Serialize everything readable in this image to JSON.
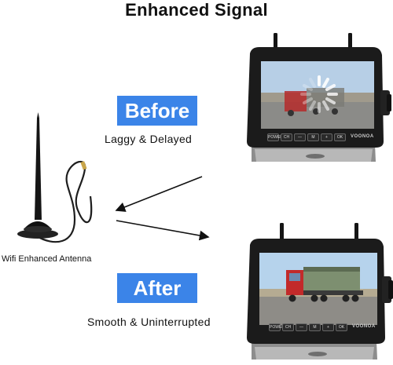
{
  "title": "Enhanced Signal",
  "before": {
    "badge": "Before",
    "caption": "Laggy & Delayed"
  },
  "after": {
    "badge": "After",
    "caption": "Smooth & Uninterrupted"
  },
  "antenna_label": "Wifi Enhanced Antenna",
  "monitor": {
    "brand": "VOONOA",
    "buttons": [
      "POWER",
      "CH",
      "—",
      "M",
      "+",
      "OK"
    ]
  },
  "colors": {
    "badge": "#3b84e8",
    "monitor_body": "#1b1b1b",
    "bracket": "#9a9a9a"
  }
}
